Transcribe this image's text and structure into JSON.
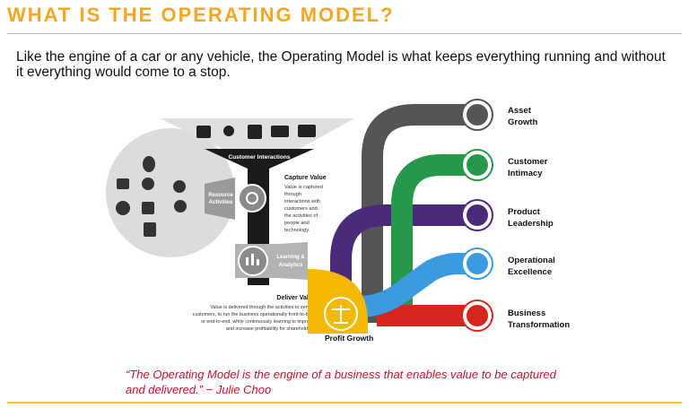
{
  "header": {
    "title": "WHAT IS THE OPERATING MODEL?"
  },
  "intro": "Like the engine of a car or any vehicle, the Operating Model is what keeps everything running and without it everything would come to a stop.",
  "diagram": {
    "funnel_label": "Customer Interactions",
    "resource_label": [
      "Resource",
      "Activities"
    ],
    "learning_label": [
      "Learning &",
      "Analytics"
    ],
    "capture": {
      "title": "Capture Value",
      "lines": [
        "Value is captured",
        "through",
        "interactions with",
        "customers and",
        "the activities of",
        "people and",
        "technology."
      ]
    },
    "deliver": {
      "title": "Deliver Value",
      "lines": [
        "Value is delivered through the activities to service",
        "customers, to run the business operationally front-to-back",
        "or end-to-end, while continuously learning to improve,",
        "and increase profitability for shareholders."
      ]
    },
    "hub_label": "Profit Growth",
    "outcomes": [
      {
        "line1": "Asset",
        "line2": "Growth",
        "color": "#555555",
        "icon": "gear-bulb-icon"
      },
      {
        "line1": "Customer",
        "line2": "Intimacy",
        "color": "#27974a",
        "icon": "people-icon"
      },
      {
        "line1": "Product",
        "line2": "Leadership",
        "color": "#4a2a7a",
        "icon": "badge-icon"
      },
      {
        "line1": "Operational",
        "line2": "Excellence",
        "color": "#3b9be0",
        "icon": "chart-cycle-icon"
      },
      {
        "line1": "Business",
        "line2": "Transformation",
        "color": "#d7261e",
        "icon": "rocket-icon"
      }
    ],
    "colors": {
      "funnel": "#1a1a1a",
      "gray_panel": "#d4d4d4",
      "hub": "#f5b800"
    }
  },
  "quote": "“The Operating Model is the engine of a business that enables value to be captured and delivered.” − Julie Choo"
}
